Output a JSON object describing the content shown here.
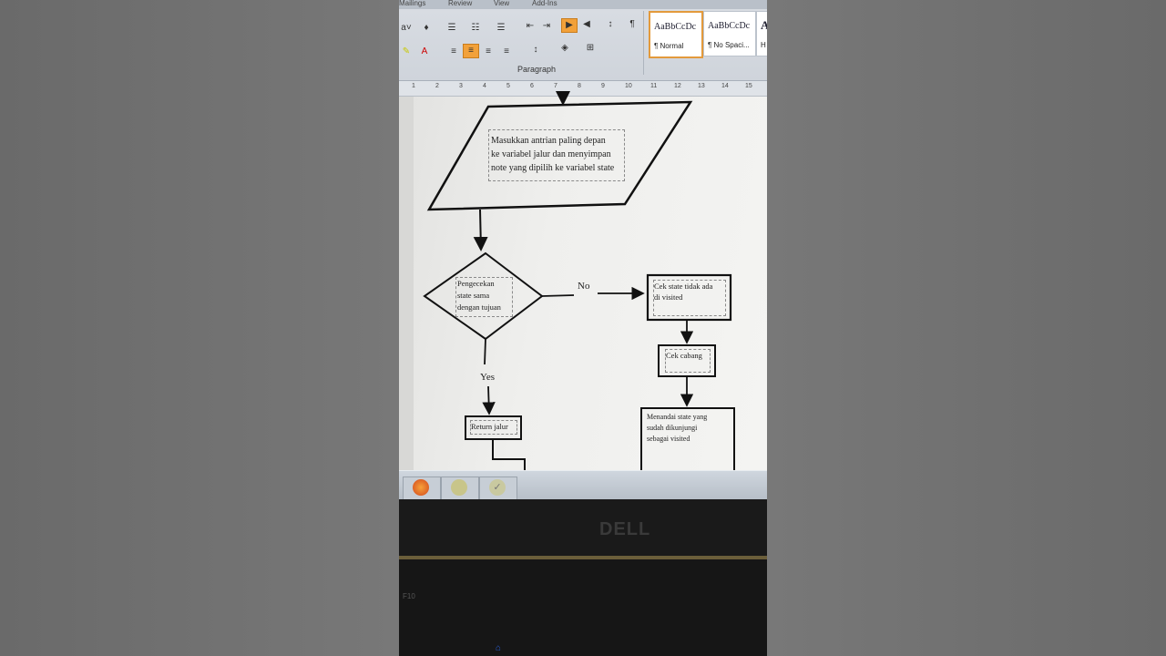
{
  "ribbon": {
    "tabs": [
      "Mailings",
      "Review",
      "View",
      "Add-Ins"
    ],
    "paragraph_label": "Paragraph",
    "pilcrow": "¶",
    "styles": [
      {
        "preview": "AaBbCcDc",
        "name": "¶ Normal"
      },
      {
        "preview": "AaBbCcDc",
        "name": "¶ No Spaci..."
      },
      {
        "preview": "A",
        "name": "H"
      }
    ]
  },
  "ruler": {
    "numbers": [
      "1",
      "2",
      "3",
      "4",
      "5",
      "6",
      "7",
      "8",
      "9",
      "10",
      "11",
      "12",
      "13",
      "14",
      "15"
    ]
  },
  "flowchart": {
    "io_text_lines": [
      "Masukkan antrian paling depan",
      "ke variabel jalur dan menyimpan",
      "note yang dipilih ke variabel state"
    ],
    "decision_lines": [
      "Pengecekan",
      "state sama",
      "dengan tujuan"
    ],
    "no_label": "No",
    "yes_label": "Yes",
    "cek_state_lines": [
      "Cek state tidak ada",
      "di visited"
    ],
    "cek_cabang": "Cek cabang",
    "return_jalur": "Return jalur",
    "menandai_lines": [
      "Menandai state yang",
      "sudah dikunjungi",
      "sebagai visited"
    ]
  },
  "hardware": {
    "brand": "DELL",
    "kb_text": "F10"
  }
}
